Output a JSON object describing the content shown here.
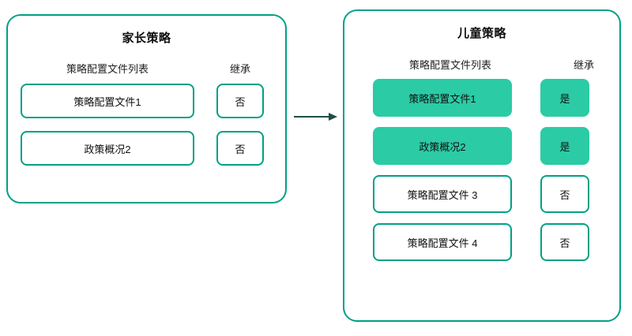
{
  "diagram": {
    "type": "flow-diagram",
    "title_implied": "",
    "colors": {
      "panel_border": "#00a184",
      "cell_border": "#00a184",
      "cell_fill_inherited": "#2bcba5",
      "arrow": "#1f4e45",
      "text": "#111111",
      "background": "#ffffff"
    },
    "connector": {
      "name": "inheritance-arrow",
      "from": "panel-parent",
      "to": "panel-child",
      "direction": "right",
      "style": "solid",
      "label": ""
    }
  },
  "panels": [
    {
      "id": "parent",
      "title": "家长策略",
      "columns": {
        "list": "策略配置文件列表",
        "inherit": "继承"
      },
      "rows": [
        {
          "name": "策略配置文件1",
          "inherit": "否",
          "inherited": false
        },
        {
          "name": "政策概况2",
          "inherit": "否",
          "inherited": false
        }
      ]
    },
    {
      "id": "child",
      "title": "儿童策略",
      "columns": {
        "list": "策略配置文件列表",
        "inherit": "继承"
      },
      "rows": [
        {
          "name": "策略配置文件1",
          "inherit": "是",
          "inherited": true
        },
        {
          "name": "政策概况2",
          "inherit": "是",
          "inherited": true
        },
        {
          "name": "策略配置文件 3",
          "inherit": "否",
          "inherited": false
        },
        {
          "name": "策略配置文件 4",
          "inherit": "否",
          "inherited": false
        }
      ]
    }
  ]
}
